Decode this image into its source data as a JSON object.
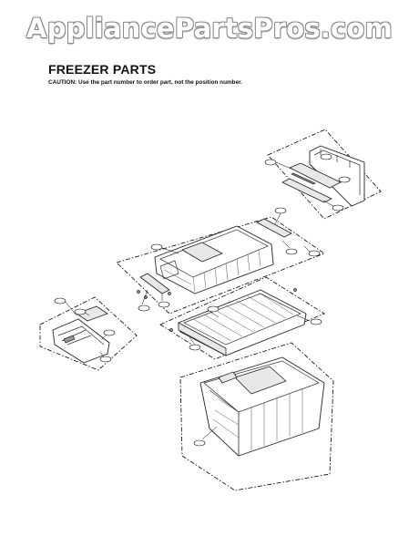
{
  "watermark": "AppliancePartsPros.com",
  "header": {
    "title": "FREEZER PARTS",
    "caution": "CAUTION: Use the part number to order part, not the position number."
  },
  "callouts": {
    "c1": "",
    "c2": "",
    "c3": "",
    "c4": "",
    "c5": "",
    "c6": "",
    "c7": "",
    "c8": "",
    "c9": "",
    "c10": "",
    "c11": "",
    "c12": "",
    "c13": "",
    "c14": "",
    "c15": "",
    "c16": "",
    "c17": "",
    "c18": ""
  },
  "colors": {
    "line": "#000000",
    "background": "#ffffff",
    "watermark_outline": "#8a8a8a"
  }
}
